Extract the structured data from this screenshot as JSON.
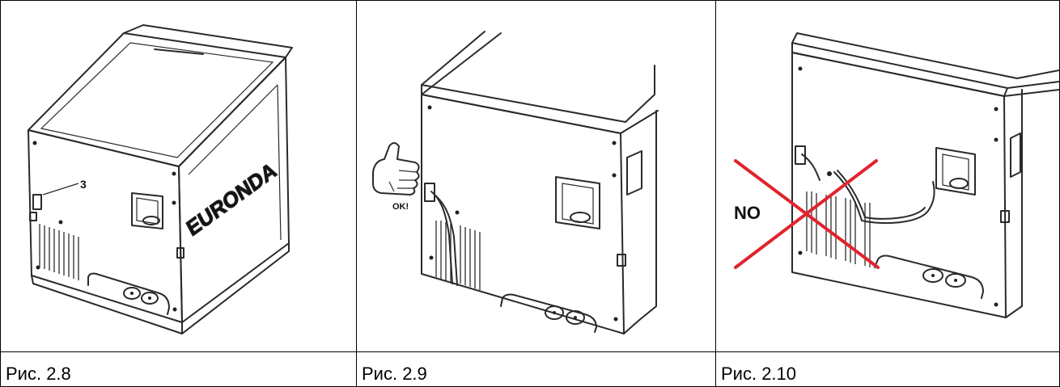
{
  "figures": [
    {
      "caption": "Рис. 2.8",
      "brand_text": "EURONDA",
      "callout_number": "3"
    },
    {
      "caption": "Рис. 2.9",
      "ok_label": "OK!"
    },
    {
      "caption": "Рис. 2.10",
      "no_label": "NO",
      "cross_color": "#e0242f"
    }
  ]
}
